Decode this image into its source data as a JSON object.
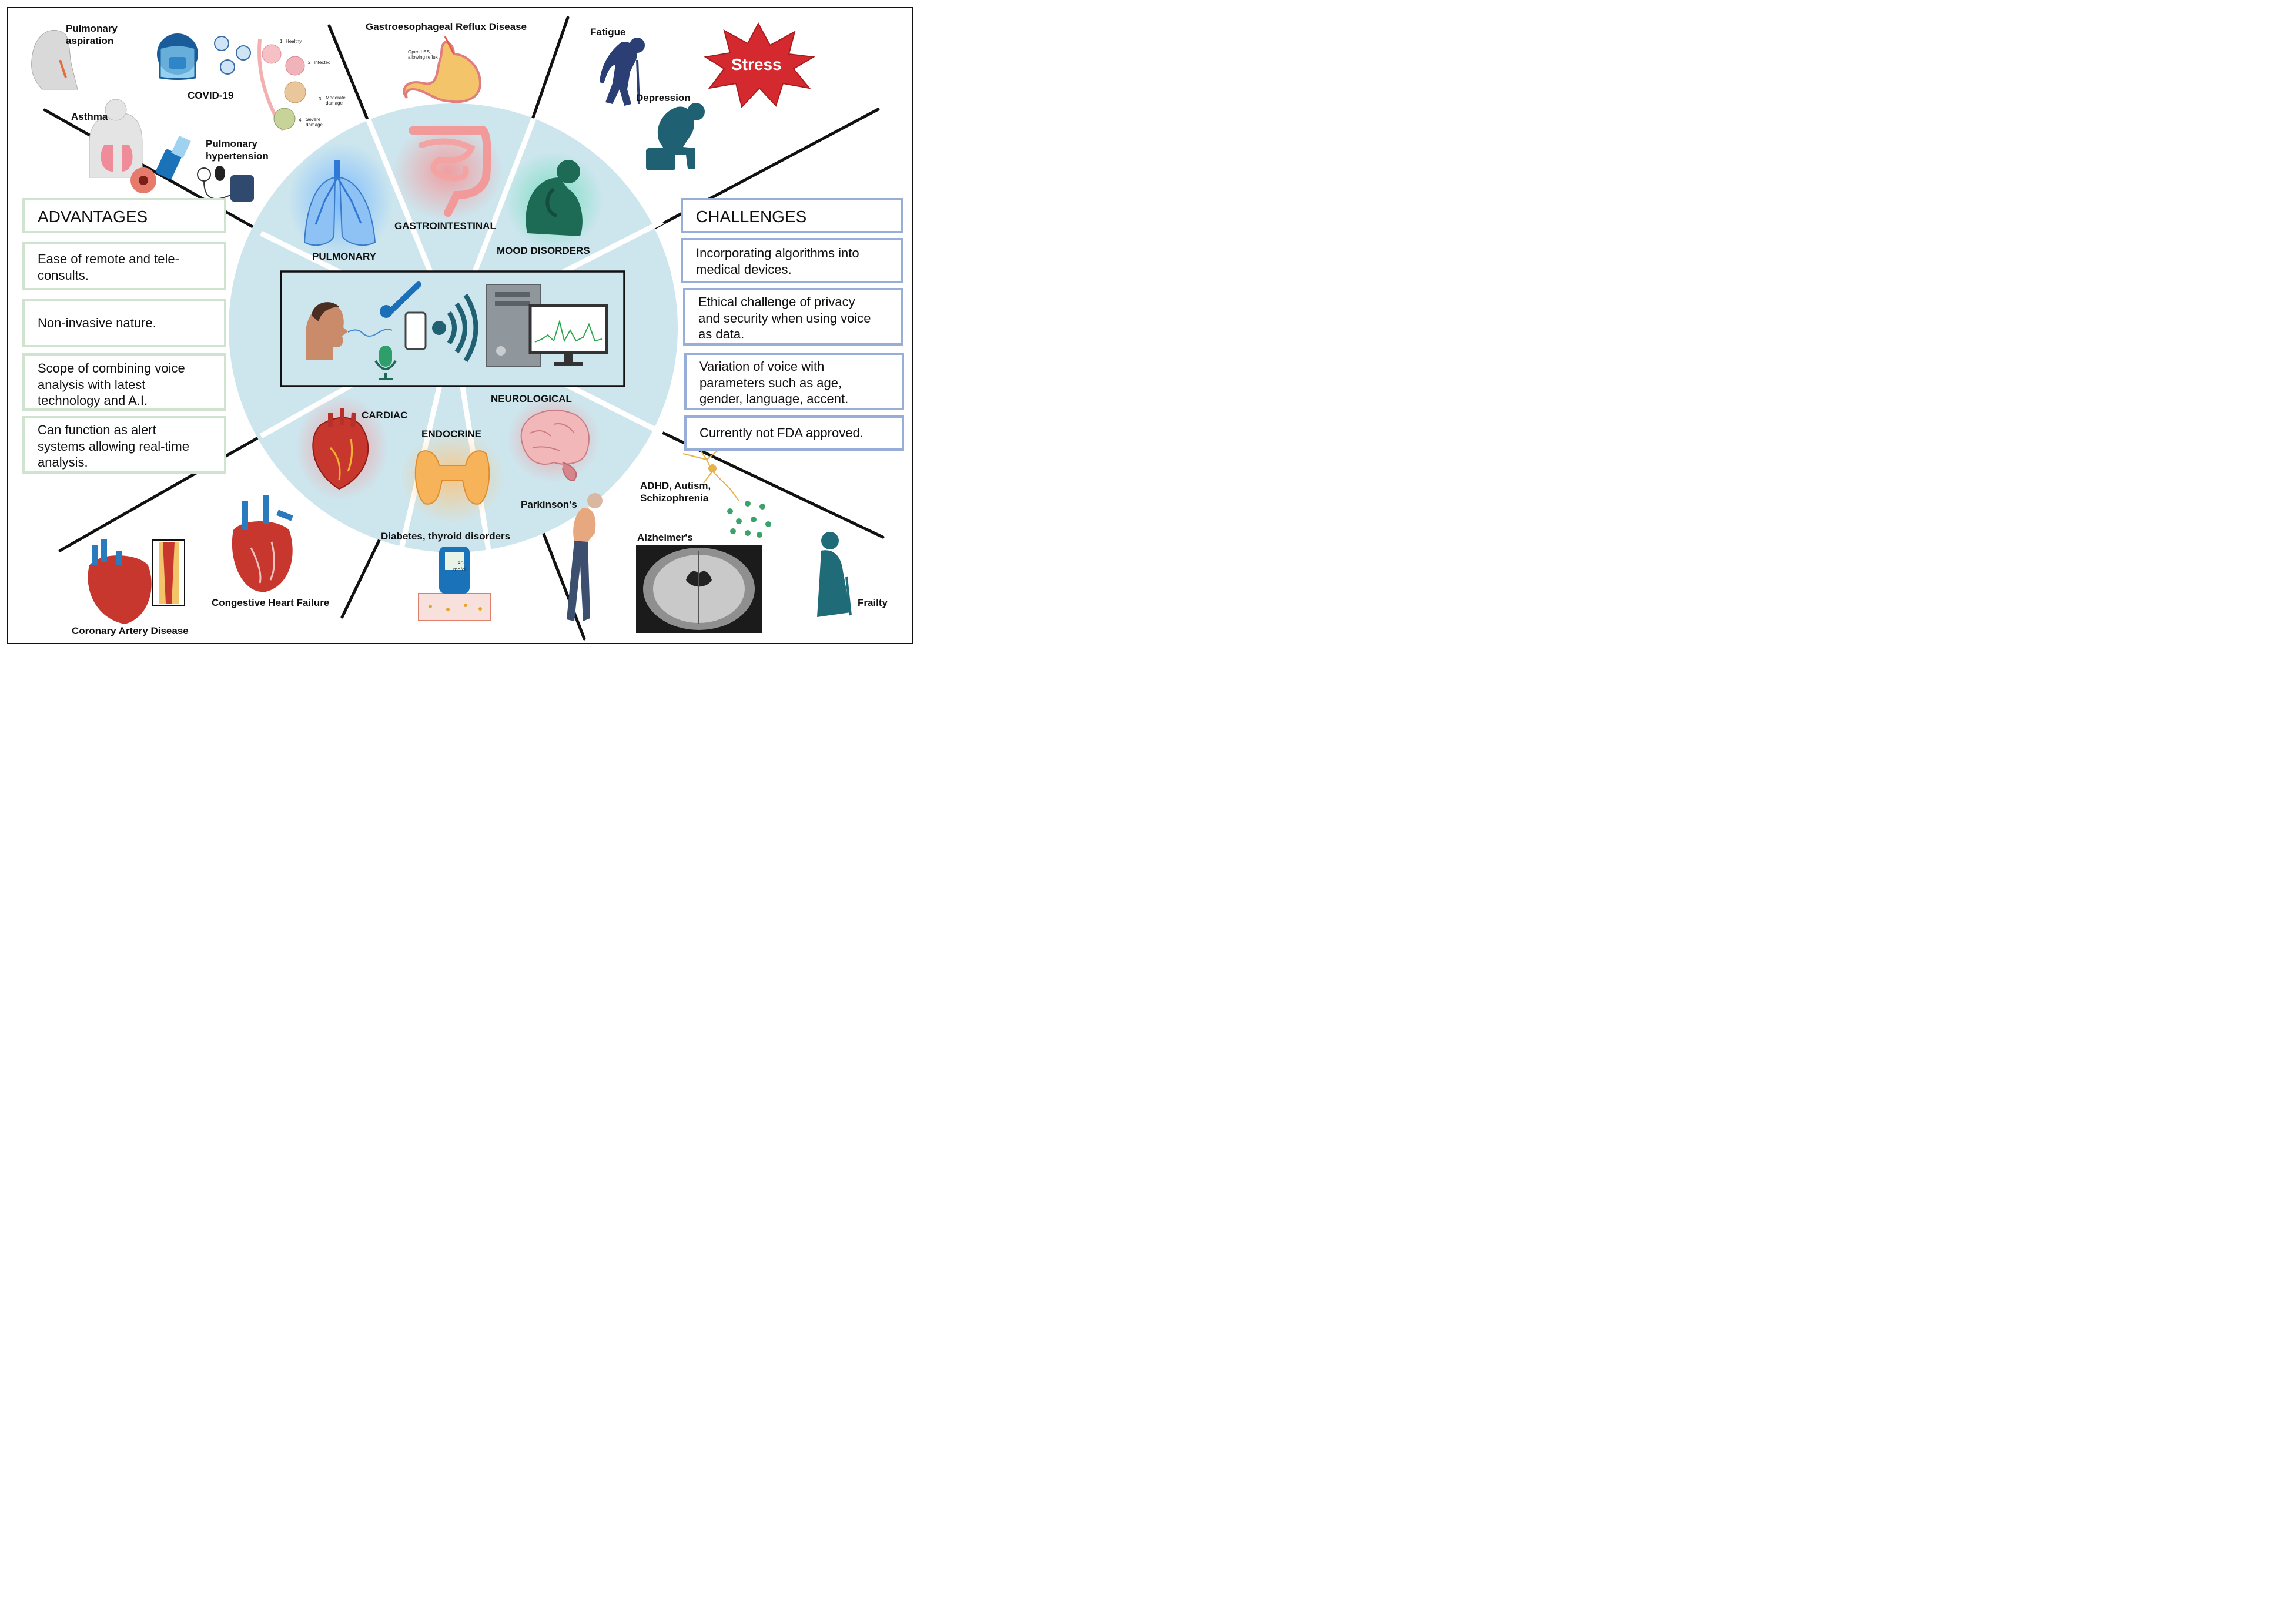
{
  "center": {
    "sectors": [
      {
        "key": "pulmonary",
        "label": "PULMONARY"
      },
      {
        "key": "gastro",
        "label": "GASTROINTESTINAL"
      },
      {
        "key": "mood",
        "label": "MOOD DISORDERS"
      },
      {
        "key": "neuro",
        "label": "NEUROLOGICAL"
      },
      {
        "key": "endocrine",
        "label": "ENDOCRINE"
      },
      {
        "key": "cardiac",
        "label": "CARDIAC"
      }
    ]
  },
  "conditions": {
    "pulmonary_aspiration": "Pulmonary\naspiration",
    "covid": "COVID-19",
    "asthma": "Asthma",
    "pulmonary_hypertension": "Pulmonary\nhypertension",
    "gerd": "Gastroesophageal Reflux Disease",
    "fatigue": "Fatigue",
    "stress": "Stress",
    "depression": "Depression",
    "adhd": "ADHD, Autism,\nSchizophrenia",
    "alzheimers": "Alzheimer's",
    "frailty": "Frailty",
    "parkinsons": "Parkinson's",
    "diabetes": "Diabetes, thyroid disorders",
    "chf": "Congestive Heart Failure",
    "cad": "Coronary Artery Disease"
  },
  "covid_stages": [
    {
      "num": "1",
      "label": "Healthy"
    },
    {
      "num": "2",
      "label": "Infected"
    },
    {
      "num": "3",
      "label": "Moderate\ndamage"
    },
    {
      "num": "4",
      "label": "Severe\ndamage"
    }
  ],
  "gerd_annotation": "Open LES,\nallowing reflux",
  "glucometer_reading": "80\nmg/dL",
  "advantages": {
    "title": "ADVANTAGES",
    "items": [
      "Ease of remote and tele-\nconsults.",
      "Non-invasive nature.",
      "Scope of combining voice\nanalysis with latest\ntechnology and A.I.",
      "Can function as alert\nsystems allowing real-time\nanalysis."
    ]
  },
  "challenges": {
    "title": "CHALLENGES",
    "items": [
      "Incorporating algorithms into\nmedical devices.",
      "Ethical challenge of privacy\nand security when using voice\nas data.",
      "Variation of voice with\nparameters such as age,\ngender, language, accent.",
      "Currently not FDA approved."
    ]
  },
  "colors": {
    "circle": "#cde6ee",
    "advantages_border": "#cfe3cf",
    "challenges_border": "#97aed8",
    "teal": "#1f6073",
    "navy": "#2b3f74",
    "stress_red": "#d42a2f",
    "mood_green": "#1d6b55"
  },
  "icons": [
    "head-airway-icon",
    "face-shield-icon",
    "virus-icon",
    "alveoli-icon",
    "torso-lungs-icon",
    "inhaler-icon",
    "sphygmomanometer-icon",
    "stomach-icon",
    "fatigue-person-icon",
    "stress-burst-icon",
    "depression-person-icon",
    "lungs-icon",
    "intestines-icon",
    "mood-figure-icon",
    "person-speaking-icon",
    "microphone-icon",
    "smartphone-icon",
    "signal-waves-icon",
    "computer-tower-icon",
    "monitor-icon",
    "heart-icon",
    "thyroid-icon",
    "brain-icon",
    "neuron-icon",
    "mri-scan-icon",
    "elderly-woman-icon",
    "parkinsons-man-icon",
    "glucometer-icon",
    "cad-heart-icon",
    "chf-heart-icon"
  ]
}
